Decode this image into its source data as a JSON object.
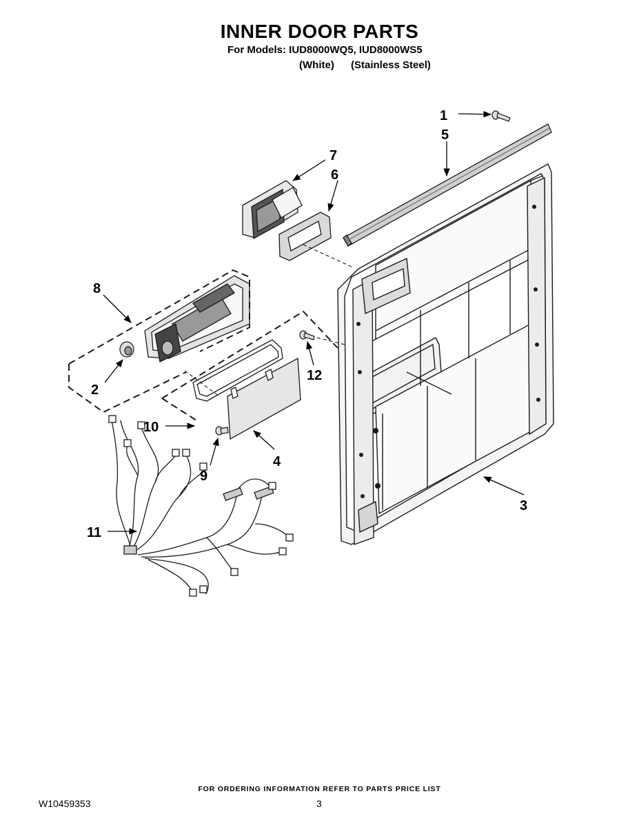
{
  "header": {
    "title": "INNER DOOR PARTS",
    "models_line": "For Models: IUD8000WQ5, IUD8000WS5",
    "variant_white": "(White)",
    "variant_steel": "(Stainless Steel)"
  },
  "callouts": {
    "c1": "1",
    "c2": "2",
    "c3": "3",
    "c4": "4",
    "c5": "5",
    "c6": "6",
    "c7": "7",
    "c8": "8",
    "c9": "9",
    "c10": "10",
    "c11": "11",
    "c12": "12"
  },
  "footer": {
    "ordering_note": "FOR ORDERING INFORMATION REFER TO PARTS PRICE LIST",
    "document_number": "W10459353",
    "page_number": "3"
  },
  "colors": {
    "line": "#1a1a1a",
    "shade": "#cfcfcf",
    "dark": "#555555"
  }
}
